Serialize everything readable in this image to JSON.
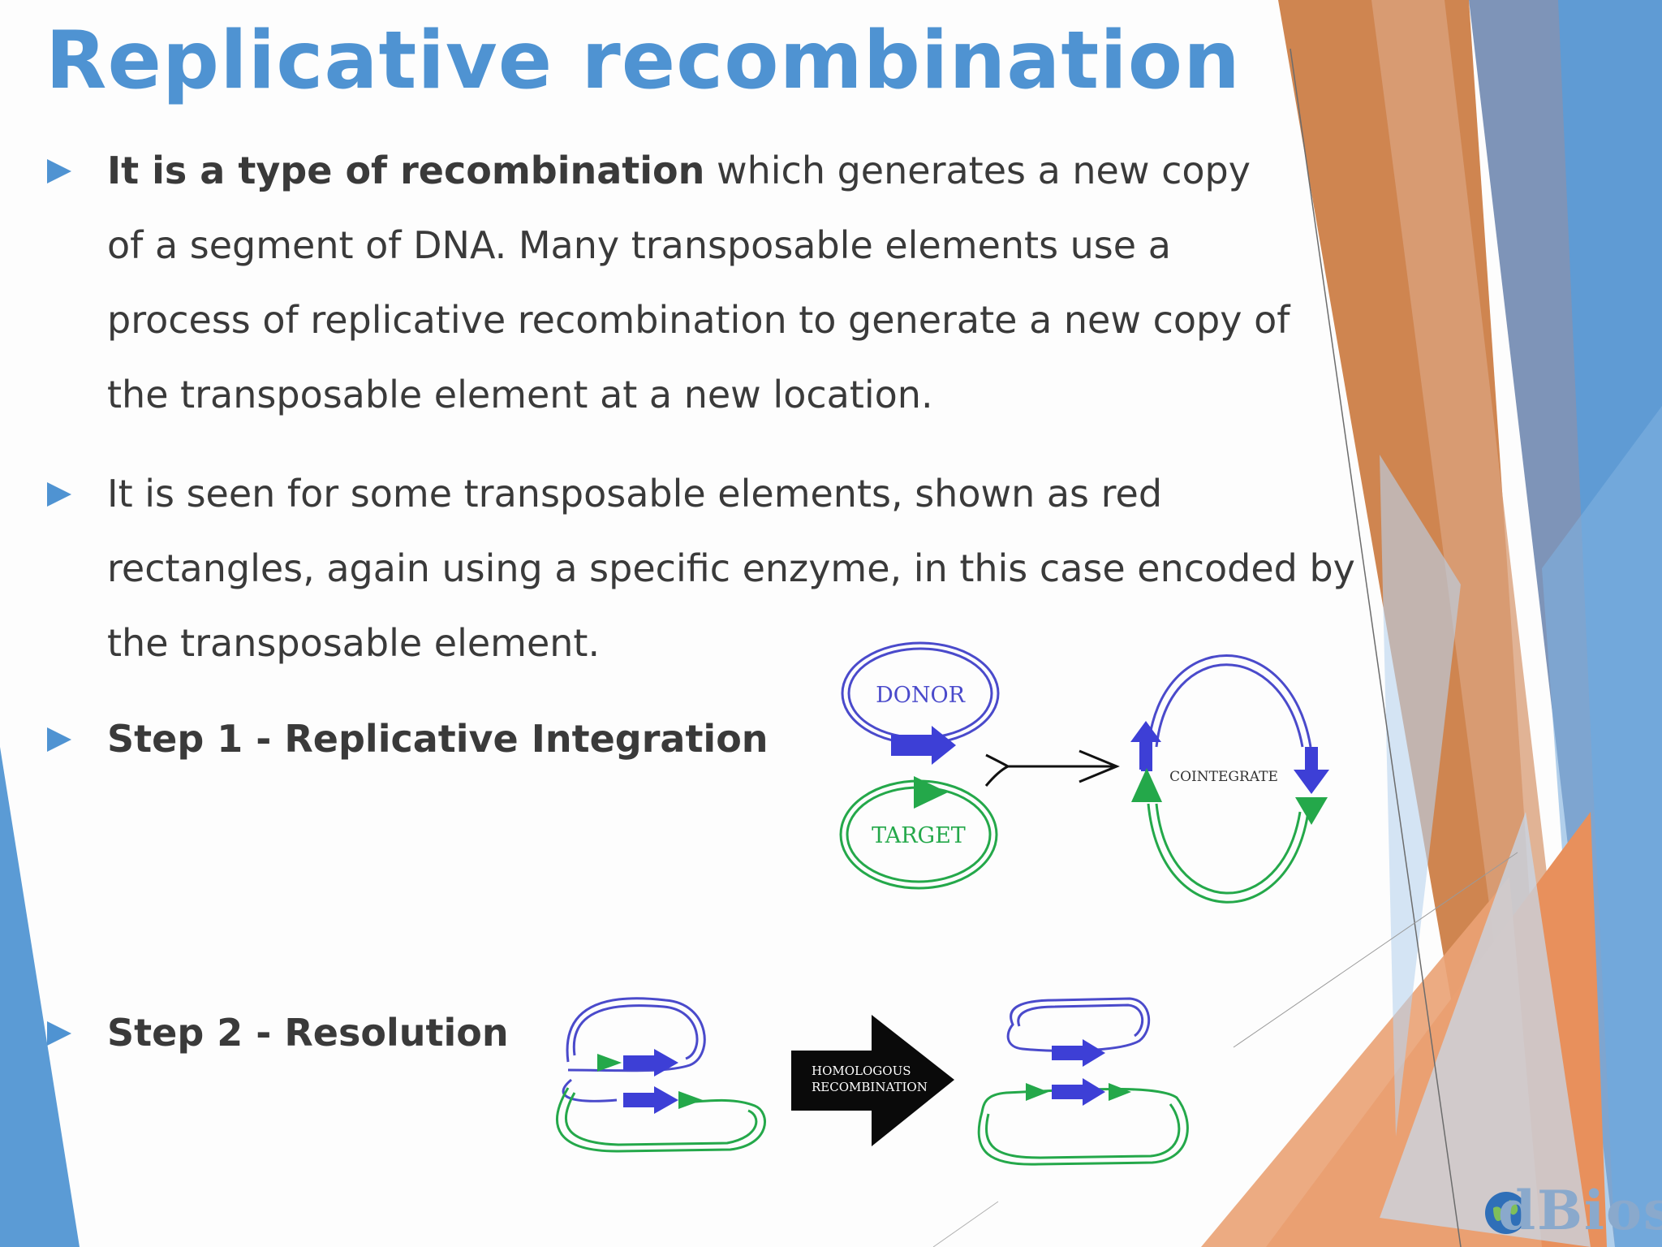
{
  "slide": {
    "title": "Replicative recombination",
    "bullets": [
      {
        "bold": "It is a type of recombination",
        "text": "which generates a new copy of a segment of DNA. Many transposable elements use a process of replicative recombination to generate a new copy of the transposable element at a new location."
      },
      {
        "text": "It is seen for some transposable elements, shown as red rectangles, again using a specific enzyme, in this case encoded by the transposable element."
      },
      {
        "bold": "Step 1 - Replicative Integration"
      },
      {
        "bold": "Step 2 - Resolution"
      }
    ]
  },
  "diagram1": {
    "donor_label": "DONOR",
    "target_label": "TARGET",
    "product_label": "COINTEGRATE"
  },
  "diagram2": {
    "arrow_label_line1": "HOMOLOGOUS",
    "arrow_label_line2": "RECOMBINATION"
  },
  "logo": {
    "text": "dBios"
  },
  "colors": {
    "title": "#4f93d2",
    "accent_orange": "#e8834a",
    "accent_blue": "#5b9bd5",
    "dna_blue": "#3d3fd6",
    "dna_green": "#24a84a"
  }
}
